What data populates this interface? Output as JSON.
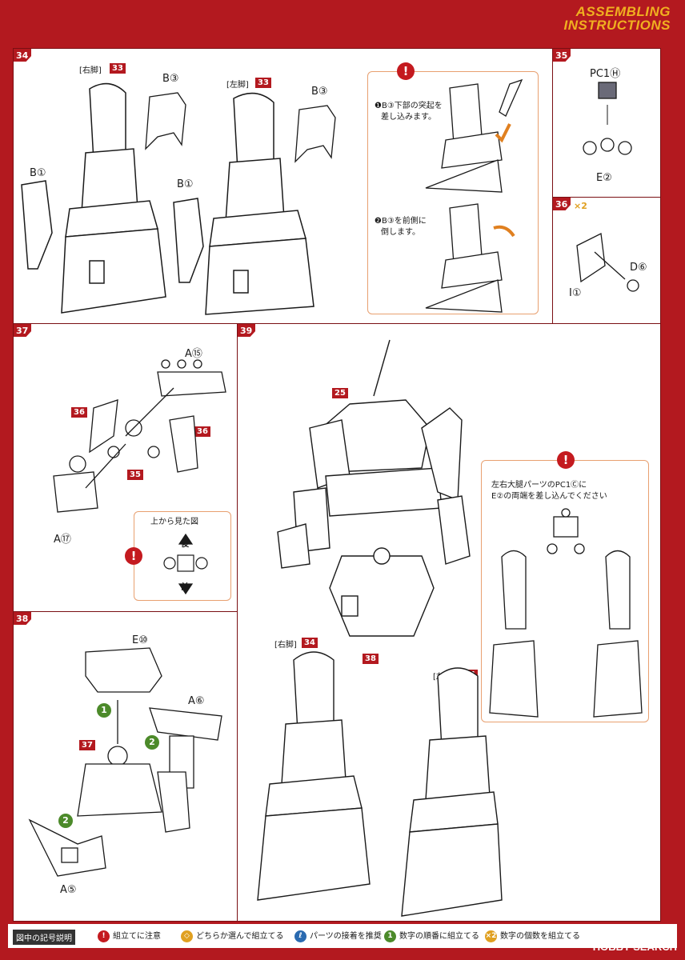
{
  "header": {
    "line1": "ASSEMBLING",
    "line2": "INSTRUCTIONS"
  },
  "steps": {
    "s34": {
      "num": "34",
      "right_leg": "[右脚]",
      "left_leg": "[左脚]",
      "part_no": "33",
      "b3": "B③",
      "b1": "B①",
      "note1": "❶B③下部の突起を",
      "note1b": "差し込みます。",
      "note2": "❷B③を前側に",
      "note2b": "倒します。"
    },
    "s35": {
      "num": "35",
      "pc1h": "PC1Ⓗ",
      "e2": "E②"
    },
    "s36": {
      "num": "36",
      "count": "×2",
      "d6": "D⑥",
      "i1": "I①"
    },
    "s37": {
      "num": "37",
      "a15": "A⑮",
      "a17": "A⑰",
      "ref36": "36",
      "ref35": "35",
      "top_view": "上から見た図",
      "back": "後",
      "front": "前"
    },
    "s38": {
      "num": "38",
      "e10": "E⑩",
      "a6": "A⑥",
      "a5": "A⑤",
      "ref37": "37",
      "g1": "1",
      "g2": "2"
    },
    "s39": {
      "num": "39",
      "ref25": "25",
      "ref34": "34",
      "ref38": "38",
      "right_leg": "[右脚]",
      "left_leg": "[左脚]",
      "note1": "左右大腿パーツのPC1Ⓒに",
      "note2": "E②の両端を差し込んでください"
    }
  },
  "legend": {
    "title": "図中の記号説明",
    "items": [
      "組立てに注意",
      "どちらか選んで組立てる",
      "パーツの接着を推奨",
      "数字の順番に組立てる",
      "数字の個数を組立てる"
    ]
  },
  "watermark": "HOBBY SEARCH",
  "colors": {
    "brand_red": "#b3191f",
    "header_gold": "#f0b020",
    "step_green": "#4c8a2a",
    "note_border": "#e8a070"
  }
}
